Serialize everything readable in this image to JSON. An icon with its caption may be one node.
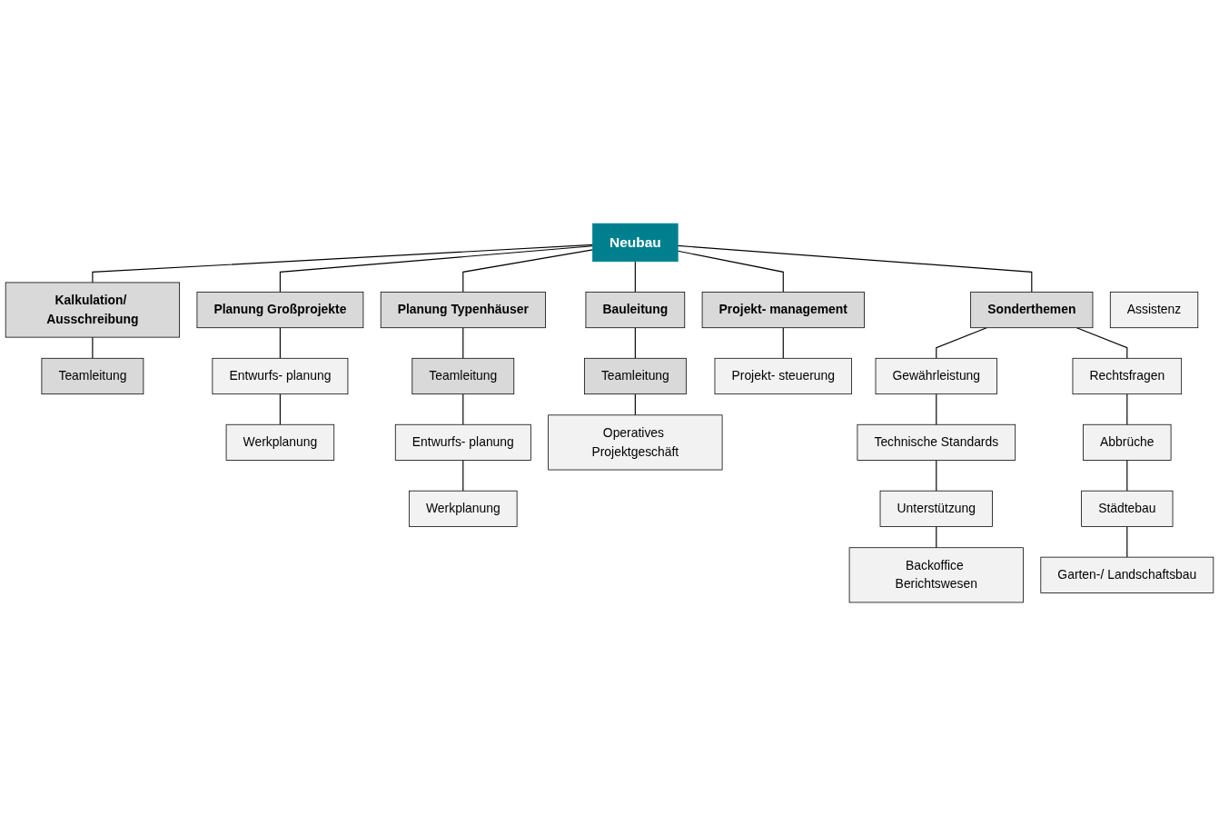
{
  "diagram": {
    "nodes": [
      {
        "text": [
          "Neubau"
        ]
      },
      {
        "text": [
          "Assistenz"
        ]
      },
      {
        "text": [
          "Kalkulation/ Ausschreibung"
        ]
      },
      {
        "text": [
          "Planung Großprojekte"
        ]
      },
      {
        "text": [
          "Planung Typenhäuser"
        ]
      },
      {
        "text": [
          "Bauleitung"
        ]
      },
      {
        "text": [
          "Projekt- management"
        ]
      },
      {
        "text": [
          "Sonderthemen"
        ]
      },
      {
        "text": [
          "Teamleitung"
        ]
      },
      {
        "text": [
          "Entwurfs- planung"
        ]
      },
      {
        "text": [
          "Werkplanung"
        ]
      },
      {
        "text": [
          "Teamleitung"
        ]
      },
      {
        "text": [
          "Entwurfs- planung"
        ]
      },
      {
        "text": [
          "Werkplanung"
        ]
      },
      {
        "text": [
          "Teamleitung"
        ]
      },
      {
        "text": [
          "Operatives Projektgeschäft"
        ]
      },
      {
        "text": [
          "Projekt- steuerung"
        ]
      },
      {
        "text": [
          "Gewährleistung"
        ]
      },
      {
        "text": [
          "Rechtsfragen"
        ]
      },
      {
        "text": [
          "Technische Standards"
        ]
      },
      {
        "text": [
          "Abbrüche"
        ]
      },
      {
        "text": [
          "Unterstützung"
        ]
      },
      {
        "text": [
          "Städtebau"
        ]
      },
      {
        "text": [
          "Backoffice Berichtswesen"
        ]
      },
      {
        "text": [
          "Garten-/ Landschaftsbau"
        ]
      }
    ],
    "edges": [
      {
        "from": 0,
        "to": 2,
        "arrow": "none"
      },
      {
        "from": 0,
        "to": 3,
        "arrow": "none"
      },
      {
        "from": 0,
        "to": 4,
        "arrow": "none"
      },
      {
        "from": 0,
        "to": 5,
        "arrow": "none"
      },
      {
        "from": 0,
        "to": 6,
        "arrow": "none"
      },
      {
        "from": 0,
        "to": 7,
        "arrow": "none"
      },
      {
        "from": 2,
        "to": 8,
        "arrow": "none"
      },
      {
        "from": 3,
        "to": 9,
        "arrow": "none"
      },
      {
        "from": 9,
        "to": 10,
        "arrow": "none"
      },
      {
        "from": 4,
        "to": 11,
        "arrow": "none"
      },
      {
        "from": 11,
        "to": 12,
        "arrow": "none"
      },
      {
        "from": 12,
        "to": 13,
        "arrow": "none"
      },
      {
        "from": 5,
        "to": 14,
        "arrow": "none"
      },
      {
        "from": 14,
        "to": 15,
        "arrow": "none"
      },
      {
        "from": 6,
        "to": 16,
        "arrow": "none"
      },
      {
        "from": 7,
        "to": 17,
        "arrow": "none"
      },
      {
        "from": 7,
        "to": 18,
        "arrow": "none"
      },
      {
        "from": 17,
        "to": 19,
        "arrow": "none"
      },
      {
        "from": 18,
        "to": 20,
        "arrow": "none"
      },
      {
        "from": 19,
        "to": 21,
        "arrow": "none"
      },
      {
        "from": 20,
        "to": 22,
        "arrow": "none"
      },
      {
        "from": 21,
        "to": 23,
        "arrow": "none"
      },
      {
        "from": 22,
        "to": 24,
        "arrow": "none"
      }
    ]
  }
}
